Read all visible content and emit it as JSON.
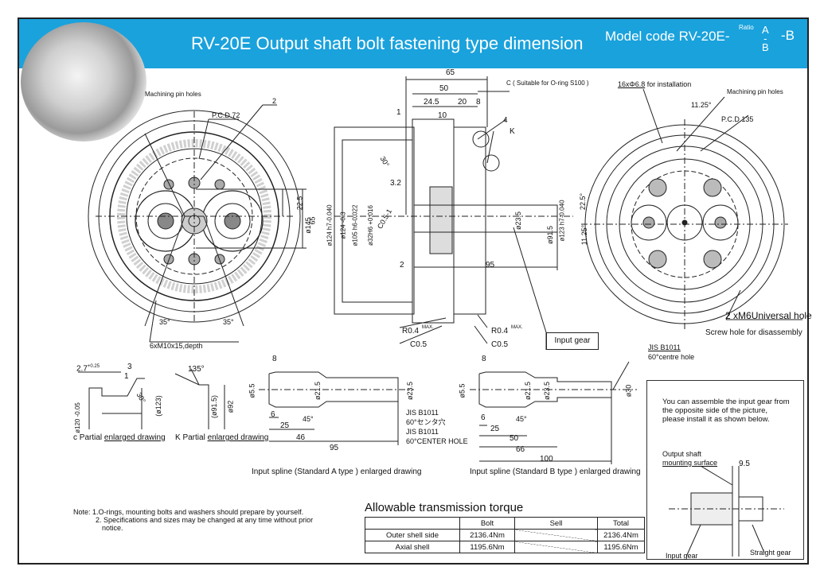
{
  "header": {
    "title": "RV-20E  Output shaft bolt fastening type dimension",
    "model_label": "Model code RV-20E-",
    "ratio": "Ratio",
    "a": "A",
    "b": "B",
    "suffix": "-B",
    "banner_color": "#1aa2dc"
  },
  "left_view": {
    "machining_pin": "Machining pin holes",
    "pcd": "P.C.D.72",
    "d2": "2",
    "d22": "22.5",
    "d65": "65",
    "a35l": "35°",
    "a35r": "35°",
    "bolts": "6xM10x15,depth"
  },
  "side_view": {
    "d65": "65",
    "d50": "50",
    "d245": "24.5",
    "d20": "20",
    "d8": "8",
    "d10": "10",
    "d1": "1",
    "d4": "4",
    "k": "K",
    "c_label": "C ( Suitable for O-ring S100 )",
    "d30": "30°",
    "d32": "3.2",
    "c05a": "C0.5-1",
    "dia145": "ø145",
    "dia124a": "ø124 h7-0.040",
    "dia124b": "ø124 -0.3",
    "dia105": "ø105 h6-0.022",
    "dia32": "ø32H6 +0.016",
    "dia235": "ø23.5",
    "dia915": "ø91.5",
    "dia123": "ø123 h7-0.040",
    "d2b": "2",
    "d95": "95",
    "r04l": "R0.4",
    "max1": "MAX.",
    "r04r": "R0.4",
    "max2": "MAX.",
    "c05l": "C0.5",
    "c05r": "C0.5",
    "input_gear": "Input gear"
  },
  "right_view": {
    "holes": "16xΦ6.8",
    "holes_for": " for installation",
    "machining_pin": "Machining pin holes",
    "a1125": "11.25°",
    "pcd": "P.C.D.135",
    "a225": "22.5°",
    "a1125b": "11.25°",
    "m6": "2 xM6",
    "universal": "Universal hole",
    "screw": "Screw hole for disassembly"
  },
  "partial_c": {
    "d27": "2.7",
    "tol": "+0.25",
    "tol0": "0",
    "d3": "3",
    "d1": "1",
    "a30": "30°",
    "dia123": "(ø123)",
    "dia120": "ø120 -0.05",
    "caption_pre": "c Partial ",
    "caption_u": "enlarged drawing"
  },
  "partial_k": {
    "a135": "135°",
    "dia915": "(ø91.5)",
    "dia92": "ø92",
    "caption_pre": "K Partial ",
    "caption_u": "enlarged drawing"
  },
  "spline_a": {
    "d8": "8",
    "dia55": "ø5.5",
    "dia215": "ø21.5",
    "dia235": "ø23.5",
    "d6": "6",
    "d25": "25",
    "d46": "46",
    "d95": "95",
    "a45": "45°",
    "jis1": "JIS B1011",
    "jis1b": "60°センタ穴",
    "jis2": "JIS B1011",
    "jis3": "60°CENTER HOLE",
    "caption": "Input spline (Standard A type ) enlarged drawing"
  },
  "spline_b": {
    "d8": "8",
    "dia55": "ø5.5",
    "dia215": "ø21.5",
    "dia235": "ø23.5",
    "dia30": "ø30",
    "d6": "6",
    "d25": "25",
    "d50": "50",
    "d66": "66",
    "d100": "100",
    "a45": "45°",
    "jis": "JIS B1011",
    "centre": "60°centre hole",
    "caption": "Input spline (Standard B type ) enlarged drawing"
  },
  "assembly": {
    "text1": "You can assemble the input gear from",
    "text2": "the opposite side of the picture,",
    "text3": "please install it as shown below.",
    "mount1": "Output shaft",
    "mount2": "mounting surface",
    "d95": "9.5",
    "input_gear": "Input gear",
    "straight_gear": "Straight gear"
  },
  "notes": {
    "l1": "Note: 1.O-rings, mounting bolts and washers should prepare by yourself.",
    "l2": "2. Specifications and sizes may be changed at any time without prior",
    "l3": "notice."
  },
  "torque": {
    "title": "Allowable transmission torque",
    "headers": [
      "",
      "Bolt",
      "Sell",
      "Total"
    ],
    "rows": [
      [
        "Outer shell side",
        "2136.4Nm",
        "",
        "2136.4Nm"
      ],
      [
        "Axial shell",
        "1195.6Nm",
        "",
        "1195.6Nm"
      ]
    ]
  }
}
